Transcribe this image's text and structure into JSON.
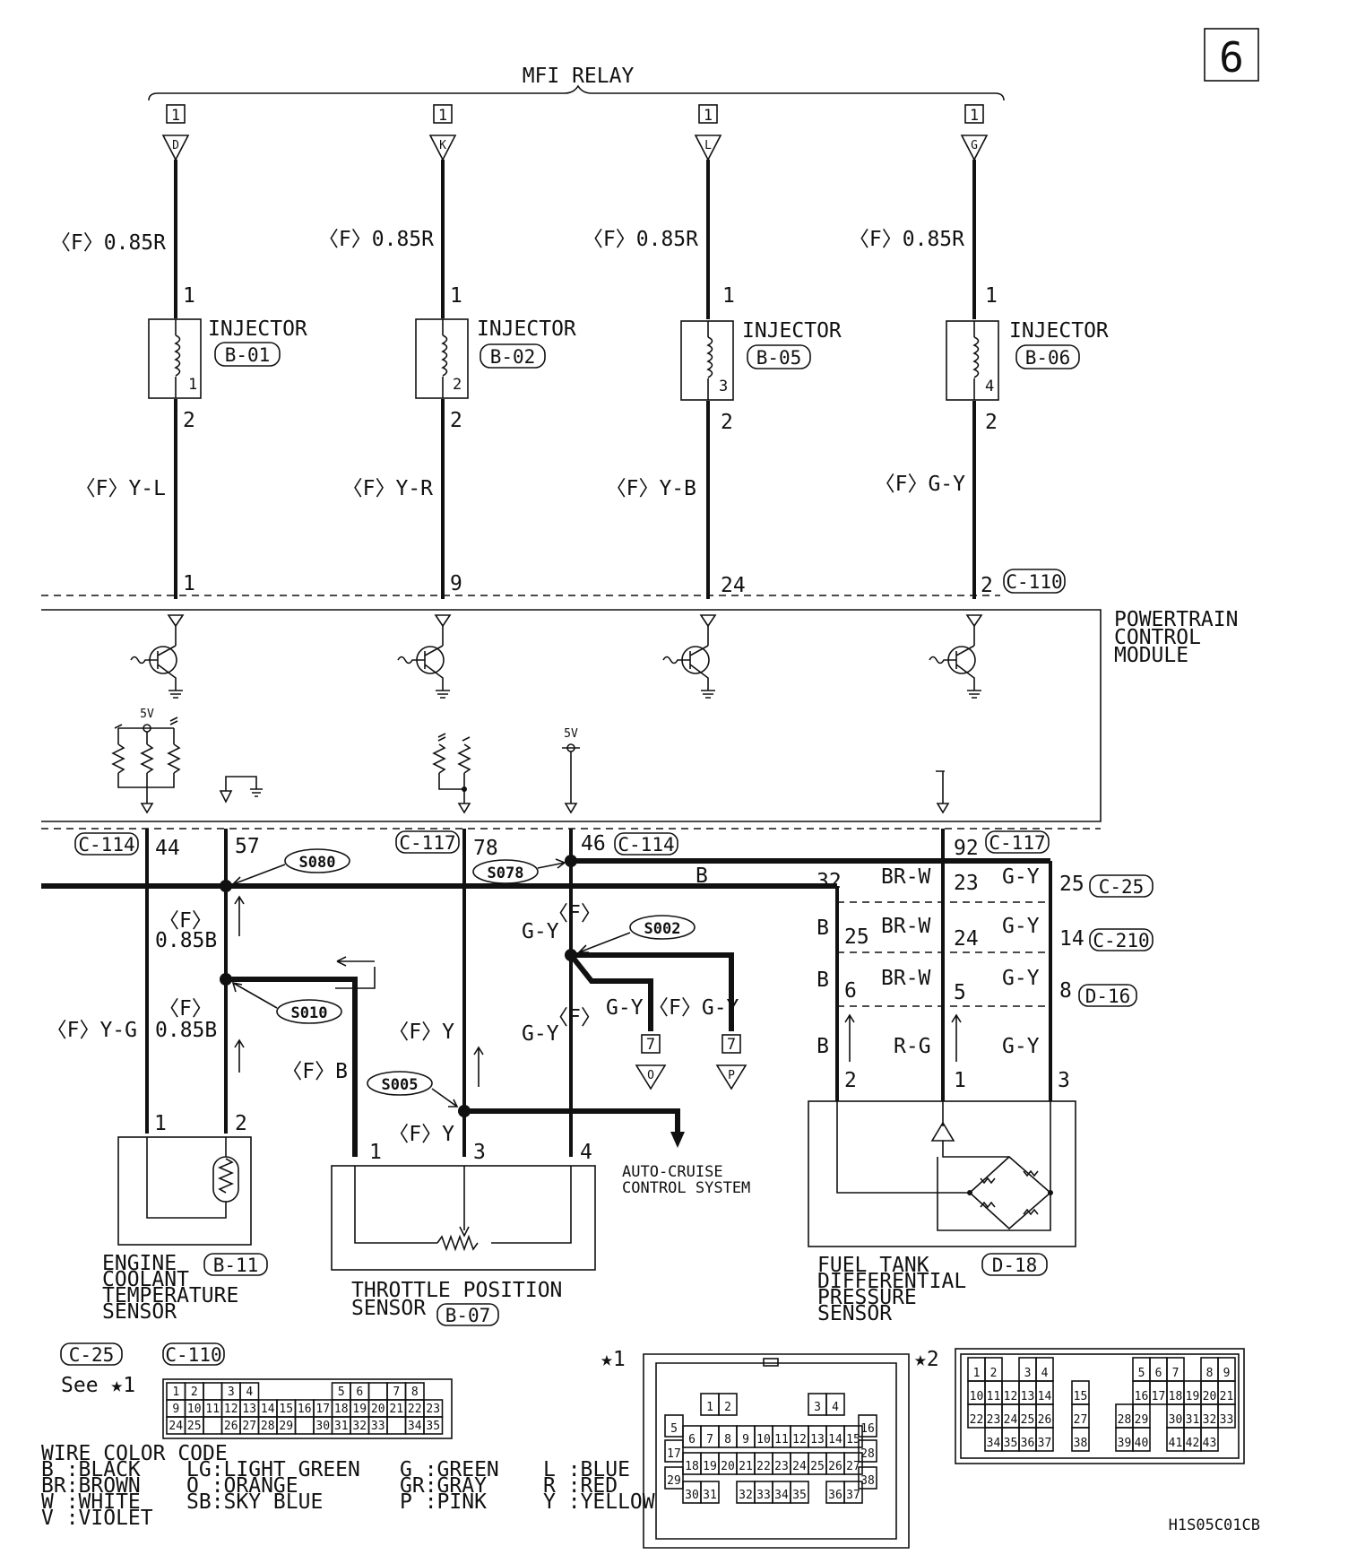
{
  "page_marker": "6",
  "relay": {
    "title": "MFI RELAY",
    "box_label": "1",
    "pins": [
      "D",
      "K",
      "L",
      "G"
    ]
  },
  "injectors": [
    {
      "wire_in": "〈F〉0.85R",
      "pin_top": "1",
      "label": "INJECTOR",
      "connector": "B-01",
      "number": "1",
      "pin_bottom": "2",
      "wire_out": "〈F〉Y-L",
      "pcm_pin": "1"
    },
    {
      "wire_in": "〈F〉0.85R",
      "pin_top": "1",
      "label": "INJECTOR",
      "connector": "B-02",
      "number": "2",
      "pin_bottom": "2",
      "wire_out": "〈F〉Y-R",
      "pcm_pin": "9"
    },
    {
      "wire_in": "〈F〉0.85R",
      "pin_top": "1",
      "label": "INJECTOR",
      "connector": "B-05",
      "number": "3",
      "pin_bottom": "2",
      "wire_out": "〈F〉Y-B",
      "pcm_pin": "24"
    },
    {
      "wire_in": "〈F〉0.85R",
      "pin_top": "1",
      "label": "INJECTOR",
      "connector": "B-06",
      "number": "4",
      "pin_bottom": "2",
      "wire_out": "〈F〉G-Y",
      "pcm_pin": "2"
    }
  ],
  "pcm": {
    "label": [
      "POWERTRAIN",
      "CONTROL",
      "MODULE"
    ],
    "connector_top": "C-110",
    "supply_a": "5V",
    "supply_b": "5V"
  },
  "pcm_pins": {
    "c114_left": "C-114",
    "p44": "44",
    "p57": "57",
    "c117_left": "C-117",
    "p78": "78",
    "p46": "46",
    "c114_right": "C-114",
    "p92": "92",
    "c117_right": "C-117"
  },
  "splices": [
    "S080",
    "S078",
    "S002",
    "S010",
    "S005"
  ],
  "wires": {
    "b": "B",
    "f_085b_1": [
      "〈F〉",
      "0.85B"
    ],
    "f_085b_2": [
      "〈F〉",
      "0.85B"
    ],
    "f_gy_1": [
      "〈F〉",
      "G-Y"
    ],
    "f_gy_2": [
      "〈F〉",
      "G-Y"
    ],
    "f_yg": "〈F〉Y-G",
    "f_y_1": "〈F〉Y",
    "f_y_2": "〈F〉Y",
    "f_b": "〈F〉B",
    "gy_out": "G-Y",
    "f_gy_out": "〈F〉G-Y",
    "conn7": "7",
    "out_o": "O",
    "out_p": "P"
  },
  "harness": {
    "row1": {
      "left": "32",
      "mid_wire": "BR-W",
      "mid": "23",
      "right_wire": "G-Y",
      "right": "25",
      "connector": "C-25"
    },
    "row2": {
      "left_wire": "B",
      "left": "25",
      "mid_wire": "BR-W",
      "mid": "24",
      "right_wire": "G-Y",
      "right": "14",
      "connector": "C-210"
    },
    "row3": {
      "left_wire": "B",
      "left": "6",
      "mid_wire": "BR-W",
      "mid": "5",
      "right_wire": "G-Y",
      "right": "8",
      "connector": "D-16"
    },
    "row4": {
      "left_wire": "B",
      "mid_wire": "R-G",
      "right_wire": "G-Y"
    },
    "sensor_pins": [
      "2",
      "1",
      "3"
    ]
  },
  "sensors": {
    "ect": {
      "label": [
        "ENGINE",
        "COOLANT",
        "TEMPERATURE",
        "SENSOR"
      ],
      "connector": "B-11",
      "pin1": "1",
      "pin2": "2"
    },
    "tps": {
      "label": [
        "THROTTLE POSITION",
        "SENSOR"
      ],
      "connector": "B-07",
      "pin1": "1",
      "pin3": "3",
      "pin4": "4"
    },
    "ftdp": {
      "label": [
        "FUEL TANK",
        "DIFFERENTIAL",
        "PRESSURE",
        "SENSOR"
      ],
      "connector": "D-18"
    }
  },
  "auto_cruise": [
    "AUTO-CRUISE",
    "CONTROL SYSTEM"
  ],
  "legend": {
    "connectors": [
      "C-25",
      "C-110"
    ],
    "see": "See ★1",
    "c110_rows": [
      [
        "1",
        "2",
        "",
        "3",
        "4",
        "",
        "",
        "",
        "",
        "5",
        "6",
        "",
        "7",
        "8"
      ],
      [
        "9",
        "10",
        "11",
        "12",
        "13",
        "14",
        "15",
        "16",
        "17",
        "18",
        "19",
        "20",
        "21",
        "22",
        "23"
      ],
      [
        "24",
        "25",
        "",
        "26",
        "27",
        "28",
        "29",
        "",
        "30",
        "31",
        "32",
        "33",
        "",
        "34",
        "35"
      ]
    ],
    "star1": "★1",
    "star2": "★2",
    "star1_rows": [
      [
        "1",
        "2",
        "3",
        "4"
      ],
      [
        "5",
        "16"
      ],
      [
        "6",
        "7",
        "8",
        "9",
        "10",
        "11",
        "12",
        "13",
        "14",
        "15"
      ],
      [
        "17",
        "28"
      ],
      [
        "18",
        "19",
        "20",
        "21",
        "22",
        "23",
        "24",
        "25",
        "26",
        "27"
      ],
      [
        "29",
        "38"
      ],
      [
        "30",
        "31",
        "32",
        "33",
        "34",
        "35",
        "36",
        "37"
      ]
    ],
    "star2_rows": [
      [
        "1",
        "2",
        "3",
        "4",
        "5",
        "6",
        "7",
        "8",
        "9"
      ],
      [
        "10",
        "11",
        "12",
        "13",
        "14",
        "15",
        "16",
        "17",
        "18",
        "19",
        "20",
        "21"
      ],
      [
        "22",
        "23",
        "24",
        "25",
        "26",
        "27",
        "28",
        "29",
        "30",
        "31",
        "32",
        "33"
      ],
      [
        "34",
        "35",
        "36",
        "37",
        "38",
        "39",
        "40",
        "41",
        "42",
        "43"
      ]
    ],
    "wire_color_title": "WIRE COLOR CODE",
    "wire_colors": [
      [
        "B :BLACK",
        "BR:BROWN",
        "W :WHITE",
        "V :VIOLET"
      ],
      [
        "LG:LIGHT GREEN",
        "O :ORANGE",
        "SB:SKY BLUE"
      ],
      [
        "G :GREEN",
        "GR:GRAY",
        "P :PINK"
      ],
      [
        "L :BLUE",
        "R :RED",
        "Y :YELLOW"
      ]
    ]
  },
  "doc_code": "H1S05C01CB"
}
